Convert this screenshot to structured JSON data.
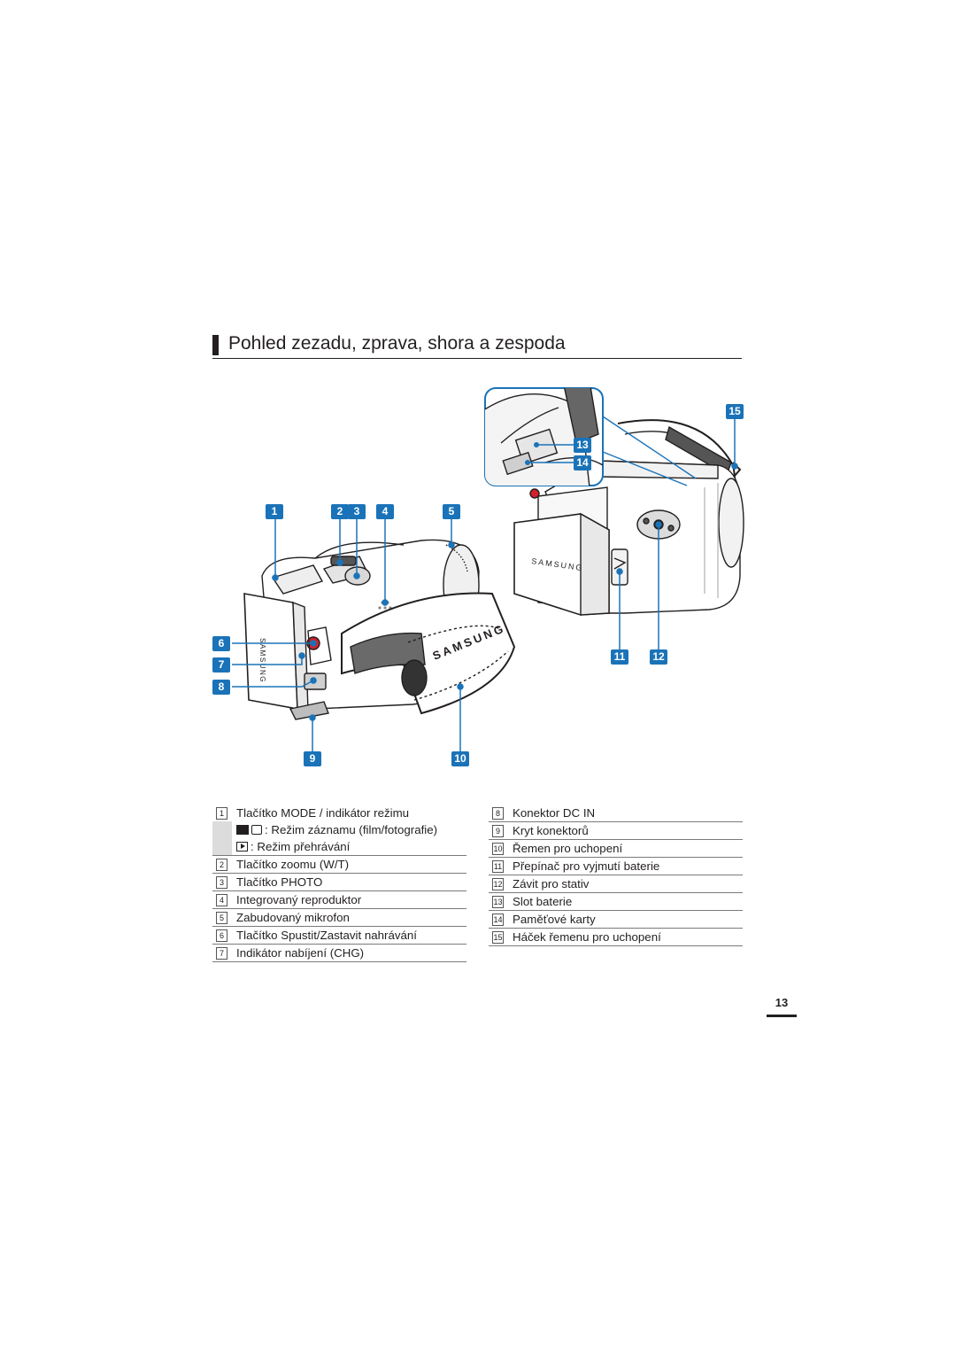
{
  "heading": "Pohled zezadu, zprava, shora a zespoda",
  "callouts": [
    "1",
    "2",
    "3",
    "4",
    "5",
    "6",
    "7",
    "8",
    "9",
    "10",
    "11",
    "12",
    "13",
    "14",
    "15"
  ],
  "brand_mark": "SAMSUNG",
  "legend_left": [
    {
      "num": "1",
      "text": "Tlačítko MODE / indikátor režimu"
    },
    {
      "icons": [
        "movie-camera-icon",
        "photo-camera-icon"
      ],
      "text": ": Režim záznamu (film/fotografie)"
    },
    {
      "icons": [
        "playback-icon"
      ],
      "text": ": Režim přehrávání"
    },
    {
      "num": "2",
      "text": "Tlačítko zoomu (W/T)"
    },
    {
      "num": "3",
      "text": "Tlačítko PHOTO"
    },
    {
      "num": "4",
      "text": "Integrovaný reproduktor"
    },
    {
      "num": "5",
      "text": "Zabudovaný mikrofon"
    },
    {
      "num": "6",
      "text": "Tlačítko Spustit/Zastavit nahrávání"
    },
    {
      "num": "7",
      "text": "Indikátor nabíjení (CHG)"
    }
  ],
  "legend_right": [
    {
      "num": "8",
      "text": "Konektor DC IN"
    },
    {
      "num": "9",
      "text": "Kryt konektorů"
    },
    {
      "num": "10",
      "text": "Řemen pro uchopení"
    },
    {
      "num": "11",
      "text": "Přepínač pro vyjmutí baterie"
    },
    {
      "num": "12",
      "text": "Závit pro stativ"
    },
    {
      "num": "13",
      "text": "Slot baterie"
    },
    {
      "num": "14",
      "text": "Paměťové karty"
    },
    {
      "num": "15",
      "text": "Háček řemenu pro uchopení"
    }
  ],
  "page_number": "13",
  "colors": {
    "callout": "#1a73b8",
    "text": "#231f20",
    "record_button": "#d4202a"
  }
}
